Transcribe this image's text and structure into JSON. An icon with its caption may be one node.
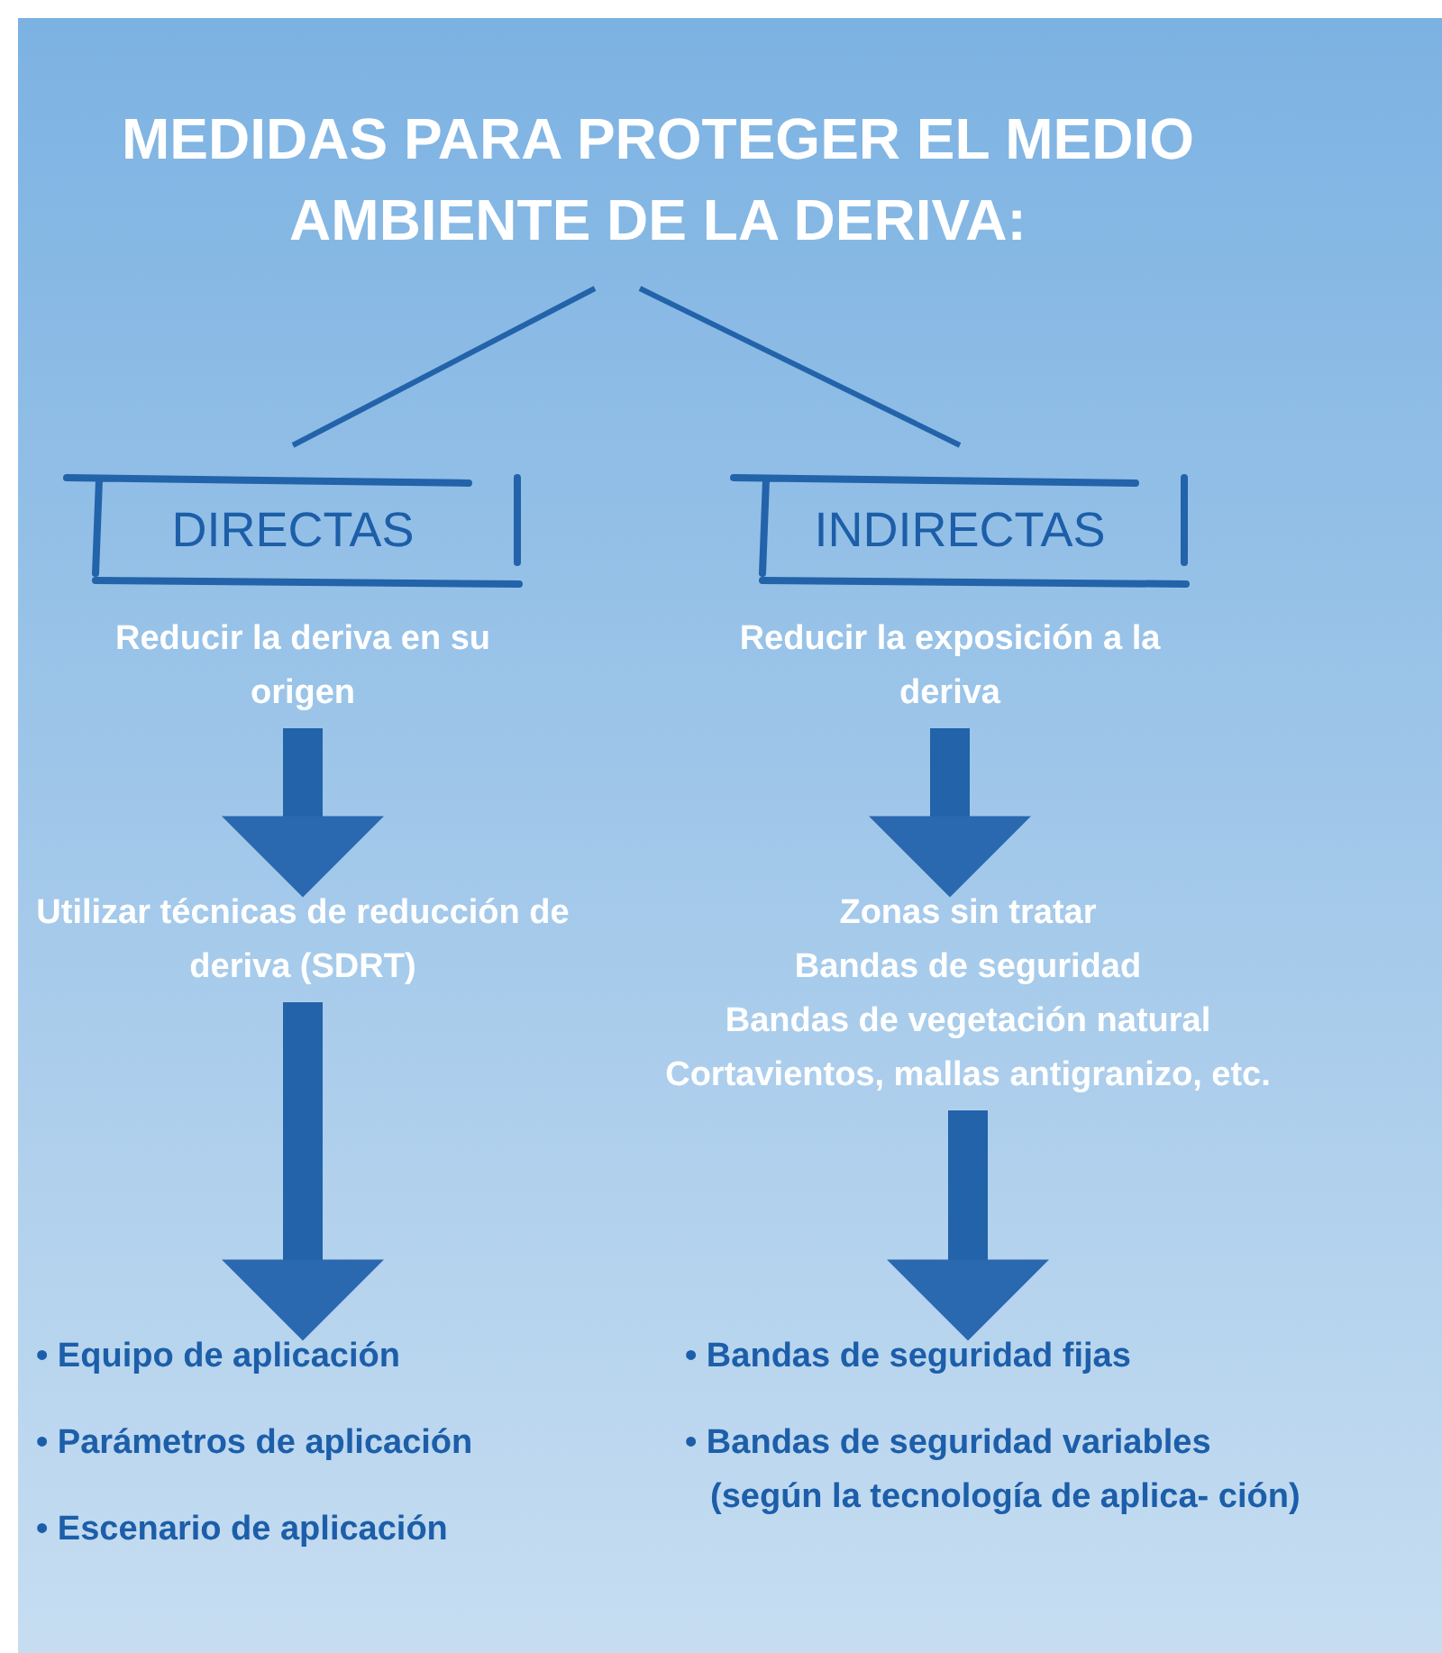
{
  "diagram": {
    "nodes": [
      {
        "text": [
          "MEDIDAS PARA PROTEGER EL MEDIO AMBIENTE DE LA DERIVA:"
        ]
      },
      {
        "text": [
          "DIRECTAS"
        ]
      },
      {
        "text": [
          "INDIRECTAS"
        ]
      },
      {
        "text": [
          "Reducir la deriva en su origen"
        ]
      },
      {
        "text": [
          "Reducir la exposición a la deriva"
        ]
      },
      {
        "text": [
          "Utilizar técnicas de reducción de deriva (SDRT)"
        ]
      },
      {
        "text": [
          "Zonas sin tratar",
          "Bandas de seguridad",
          "Bandas de vegetación natural",
          "Cortavientos, mallas antigranizo, etc."
        ]
      },
      {
        "text": [
          "• Equipo de aplicación",
          "• Parámetros de aplicación",
          "• Escenario de aplicación"
        ]
      },
      {
        "text": [
          "• Bandas de seguridad fijas",
          "• Bandas de seguridad variables (según la tecnología de aplica- ción)"
        ]
      }
    ],
    "edges": [
      {
        "from": 0,
        "to": 1,
        "arrow": "none"
      },
      {
        "from": 0,
        "to": 2,
        "arrow": "none"
      },
      {
        "from": 3,
        "to": 5,
        "arrow": "to"
      },
      {
        "from": 4,
        "to": 6,
        "arrow": "to"
      },
      {
        "from": 5,
        "to": 7,
        "arrow": "to"
      },
      {
        "from": 6,
        "to": 8,
        "arrow": "to"
      }
    ]
  }
}
